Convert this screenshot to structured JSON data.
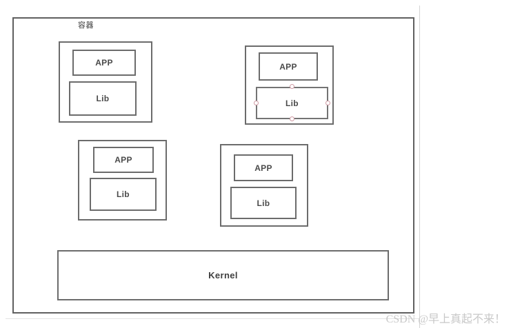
{
  "diagram": {
    "title_label": "容器",
    "kernel_label": "Kernel",
    "app_label": "APP",
    "lib_label": "Lib",
    "watermark": "CSDN @早上真起不来！",
    "colors": {
      "stroke": "#6b6b6b",
      "outer_stroke": "#5f5f5f",
      "fill": "#ffffff",
      "text": "#4a4a4a",
      "handle_stroke": "#cf9aa3",
      "watermark": "#c8c8c8",
      "page_guide": "#d3d3d3"
    },
    "containers": [
      {
        "id": "container-1",
        "selected": false,
        "app": "APP",
        "lib": "Lib"
      },
      {
        "id": "container-2",
        "selected": true,
        "app": "APP",
        "lib": "Lib",
        "handles": [
          "top",
          "right",
          "bottom",
          "left"
        ]
      },
      {
        "id": "container-3",
        "selected": false,
        "app": "APP",
        "lib": "Lib"
      },
      {
        "id": "container-4",
        "selected": false,
        "app": "APP",
        "lib": "Lib"
      }
    ]
  }
}
